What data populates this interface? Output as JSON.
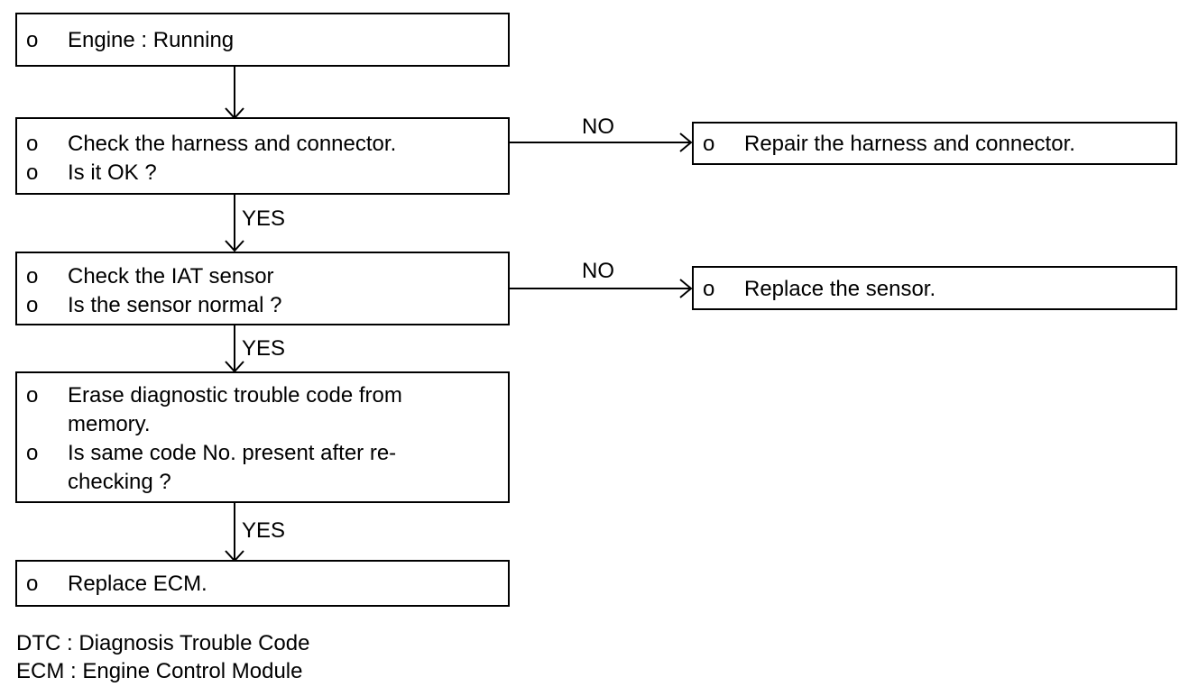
{
  "boxes": {
    "engine_running": {
      "bullet": "o",
      "lines": [
        "Engine : Running"
      ]
    },
    "check_harness": {
      "bullets": [
        "o",
        "o"
      ],
      "lines": [
        "Check the harness and connector.",
        "Is it OK ?"
      ]
    },
    "repair_harness": {
      "bullet": "o",
      "lines": [
        "Repair the harness and connector."
      ]
    },
    "check_iat": {
      "bullets": [
        "o",
        "o"
      ],
      "lines": [
        "Check the IAT sensor",
        "Is the sensor normal ?"
      ]
    },
    "replace_sensor": {
      "bullet": "o",
      "lines": [
        "Replace the sensor."
      ]
    },
    "erase_dtc": {
      "bullets": [
        "o",
        "o"
      ],
      "lines": [
        "Erase diagnostic trouble code from",
        "memory.",
        "Is same code No. present after re-",
        "checking ?"
      ]
    },
    "replace_ecm": {
      "bullet": "o",
      "lines": [
        "Replace ECM."
      ]
    }
  },
  "connector_labels": {
    "no_1": "NO",
    "yes_1": "YES",
    "no_2": "NO",
    "yes_2": "YES",
    "yes_3": "YES"
  },
  "legend": [
    "DTC : Diagnosis Trouble Code",
    "ECM : Engine Control Module"
  ]
}
